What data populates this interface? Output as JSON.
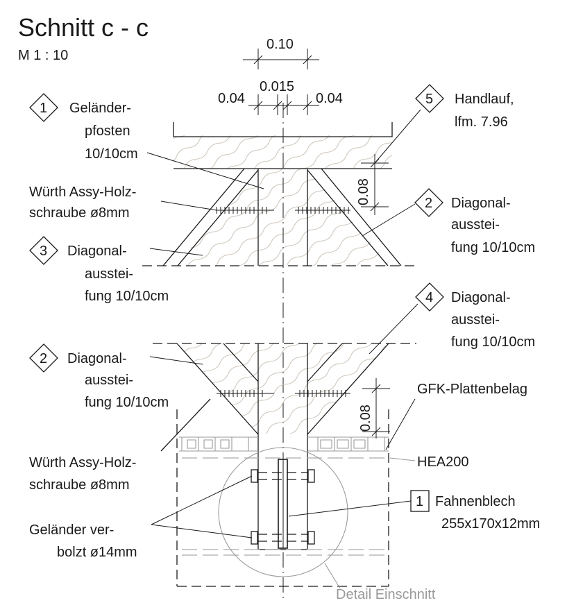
{
  "title": "Schnitt c - c",
  "scale": "M 1 : 10",
  "dimensions": {
    "total": "0.10",
    "gap": "0.015",
    "left": "0.04",
    "right": "0.04",
    "upper_vertical": "0.08",
    "lower_vertical": "0.08"
  },
  "labels": {
    "l1_num": "1",
    "l1_line1": "Geländer-",
    "l1_line2": "pfosten",
    "l1_line3": "10/10cm",
    "l5_num": "5",
    "l5_line1": "Handlauf,",
    "l5_line2": "lfm. 7.96",
    "screw_upper_line1": "Würth Assy-Holz-",
    "screw_upper_line2": "schraube ø8mm",
    "l2_upper_num": "2",
    "l2_upper_line1": "Diagonal-",
    "l2_upper_line2": "ausstei-",
    "l2_upper_line3": "fung 10/10cm",
    "l3_num": "3",
    "l3_line1": "Diagonal-",
    "l3_line2": "ausstei-",
    "l3_line3": "fung 10/10cm",
    "l4_num": "4",
    "l4_line1": "Diagonal-",
    "l4_line2": "ausstei-",
    "l4_line3": "fung 10/10cm",
    "l2_lower_num": "2",
    "l2_lower_line1": "Diagonal-",
    "l2_lower_line2": "ausstei-",
    "l2_lower_line3": "fung 10/10cm",
    "gfk": "GFK-Plattenbelag",
    "hea": "HEA200",
    "screw_lower_line1": "Würth Assy-Holz-",
    "screw_lower_line2": "schraube ø8mm",
    "box1_num": "1",
    "fahnen_line1": "Fahnenblech",
    "fahnen_line2": "255x170x12mm",
    "bolt_line1": "Geländer ver-",
    "bolt_line2": "bolzt ø14mm",
    "detail": "Detail Einschnitt"
  },
  "colors": {
    "line": "#1a1a1a",
    "detail_gray": "#9a9a9a",
    "wood_grain": "#c8bfb4"
  }
}
